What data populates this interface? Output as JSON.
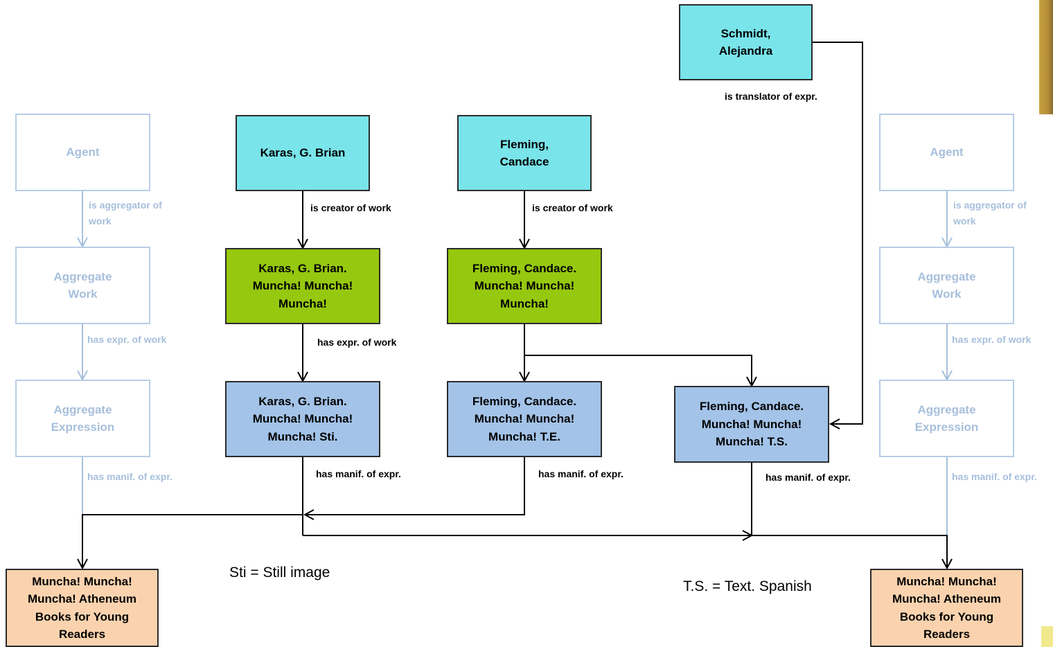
{
  "left_template": {
    "agent": "Agent",
    "rel_aggregator": "is aggregator of\nwork",
    "aggregate_work": "Aggregate\nWork",
    "rel_expr": "has expr. of work",
    "aggregate_expression": "Aggregate\nExpression",
    "rel_manif": "has manif. of expr."
  },
  "right_template": {
    "agent": "Agent",
    "rel_aggregator": "is aggregator of\nwork",
    "aggregate_work": "Aggregate\nWork",
    "rel_expr": "has expr. of work",
    "aggregate_expression": "Aggregate\nExpression",
    "rel_manif": "has manif. of expr."
  },
  "karas": {
    "agent": "Karas, G. Brian",
    "rel_creator": "is creator of work",
    "work": "Karas, G. Brian.\nMuncha! Muncha!\nMuncha!",
    "rel_expr": "has expr. of work",
    "expression": "Karas, G. Brian.\nMuncha! Muncha!\nMuncha! Sti.",
    "rel_manif": "has manif. of expr."
  },
  "fleming": {
    "agent": "Fleming,\nCandace",
    "rel_creator": "is creator of work",
    "work": "Fleming, Candace.\nMuncha! Muncha!\nMuncha!",
    "expression_te": "Fleming, Candace.\nMuncha! Muncha!\nMuncha! T.E.",
    "rel_manif": "has manif. of expr.",
    "expression_ts": "Fleming, Candace.\nMuncha! Muncha!\nMuncha! T.S.",
    "rel_manif_ts": "has manif. of expr."
  },
  "schmidt": {
    "agent": "Schmidt,\nAlejandra",
    "rel_translator": "is translator of expr."
  },
  "manifestations": {
    "left": "Muncha! Muncha!\nMuncha! Atheneum\nBooks for Young\nReaders",
    "right": "Muncha! Muncha!\nMuncha! Atheneum\nBooks for Young\nReaders"
  },
  "notes": {
    "sti": "Sti = Still image",
    "ts": "T.S. = Text. Spanish"
  },
  "colors": {
    "agent": "#79e4ea",
    "work": "#96c80f",
    "expression": "#a3c3e8",
    "manifestation": "#fad3ae",
    "ghost_border": "#b7cde6",
    "ghost_text": "#a7bfdc",
    "line": "#000000"
  }
}
